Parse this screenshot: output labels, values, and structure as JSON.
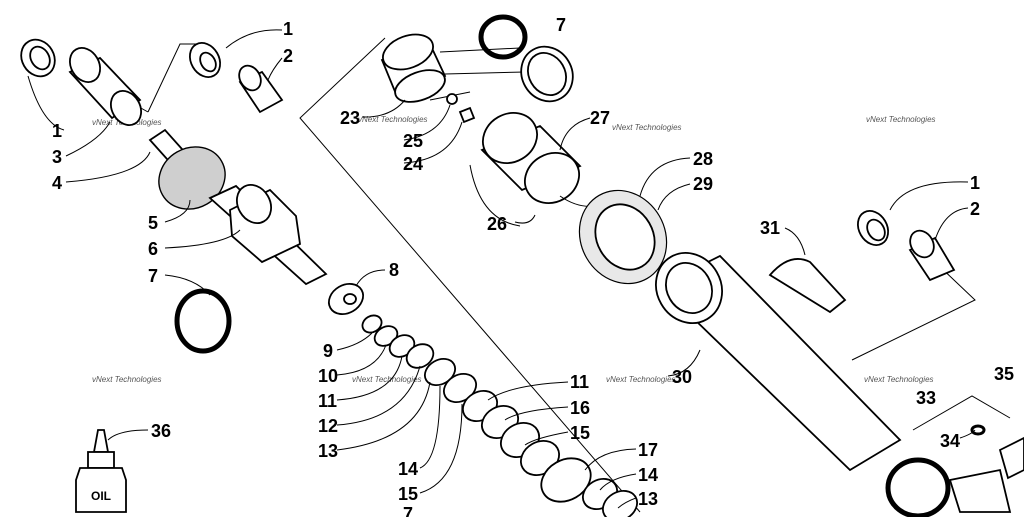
{
  "labels": {
    "l1a": "1",
    "l2a": "2",
    "l1b": "1",
    "l3": "3",
    "l4": "4",
    "l5": "5",
    "l6": "6",
    "l7a": "7",
    "l7b": "7",
    "l8": "8",
    "l9": "9",
    "l10": "10",
    "l11a": "11",
    "l12": "12",
    "l13a": "13",
    "l14a": "14",
    "l15a": "15",
    "l7c": "7",
    "l11b": "11",
    "l16": "16",
    "l15b": "15",
    "l17": "17",
    "l14b": "14",
    "l13b": "13",
    "l23": "23",
    "l25": "25",
    "l24": "24",
    "l27": "27",
    "l26": "26",
    "l28": "28",
    "l29": "29",
    "l30": "30",
    "l31": "31",
    "l1c": "1",
    "l2c": "2",
    "l33": "33",
    "l34": "34",
    "l35": "35",
    "l36": "36"
  },
  "watermark": {
    "text": "vNext Technologies"
  },
  "oil_bottle": {
    "label": "OIL"
  }
}
